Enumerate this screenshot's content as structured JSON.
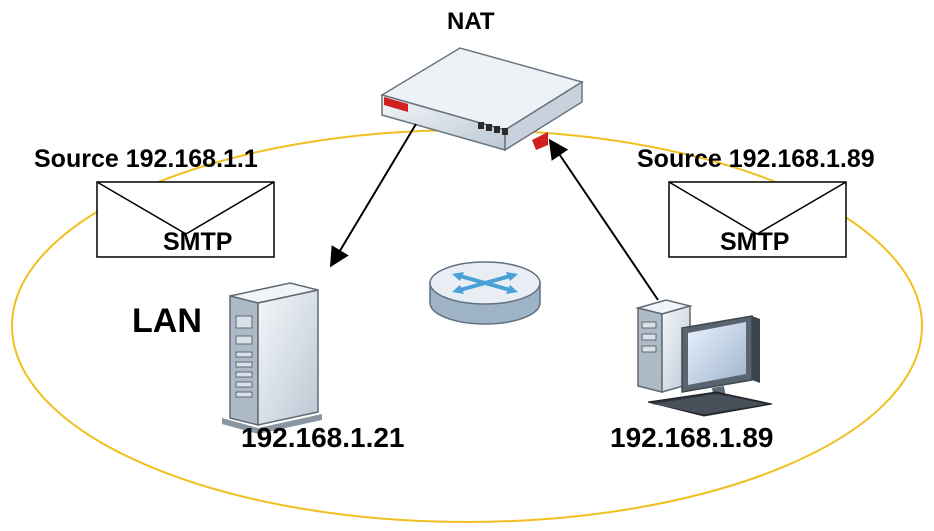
{
  "labels": {
    "nat": "NAT",
    "source_left": "Source 192.168.1.1",
    "source_right": "Source 192.168.1.89",
    "smtp_left": "SMTP",
    "smtp_right": "SMTP",
    "lan": "LAN",
    "server_ip": "192.168.1.21",
    "pc_ip": "192.168.1.89"
  },
  "colors": {
    "lan_ellipse": "#f0c020",
    "device_body": "#e0e8f0",
    "device_shadow": "#a8b8c8",
    "brand_red": "#d02020",
    "switch_blue": "#4aa0d8"
  },
  "icons": {
    "router": "router-icon",
    "server": "server-icon",
    "pc": "desktop-pc-icon",
    "switch": "switch-icon",
    "envelope": "envelope-icon"
  }
}
